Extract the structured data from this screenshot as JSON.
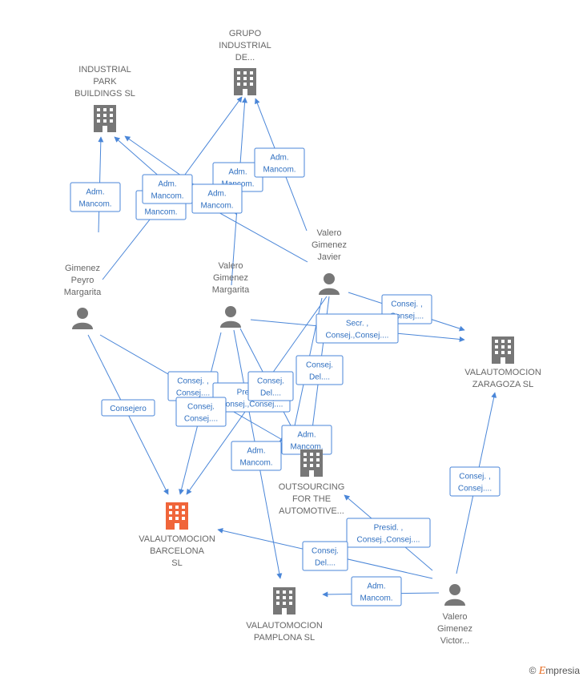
{
  "colors": {
    "edge": "#4a86d8",
    "company": "#777777",
    "focus_company": "#f0653a",
    "person": "#777777",
    "label": "#666666"
  },
  "nodes": [
    {
      "id": "grupo",
      "type": "company",
      "icon": "building-icon",
      "label": [
        "GRUPO",
        "INDUSTRIAL",
        "DE..."
      ]
    },
    {
      "id": "industrial",
      "type": "company",
      "icon": "building-icon",
      "label": [
        "INDUSTRIAL",
        "PARK",
        "BUILDINGS SL"
      ]
    },
    {
      "id": "gimenez_peyro",
      "type": "person",
      "icon": "person-icon",
      "label": [
        "Gimenez",
        "Peyro",
        "Margarita"
      ]
    },
    {
      "id": "valero_margarita",
      "type": "person",
      "icon": "person-icon",
      "label": [
        "Valero",
        "Gimenez",
        "Margarita"
      ]
    },
    {
      "id": "valero_javier",
      "type": "person",
      "icon": "person-icon",
      "label": [
        "Valero",
        "Gimenez",
        "Javier"
      ]
    },
    {
      "id": "zaragoza",
      "type": "company",
      "icon": "building-icon",
      "label": [
        "VALAUTOMOCION",
        "ZARAGOZA SL"
      ]
    },
    {
      "id": "outsourcing",
      "type": "company",
      "icon": "building-icon",
      "label": [
        "OUTSOURCING",
        "FOR THE",
        "AUTOMOTIVE..."
      ]
    },
    {
      "id": "barcelona",
      "type": "focus",
      "icon": "building-icon",
      "label": [
        "VALAUTOMOCION",
        "BARCELONA",
        "SL"
      ]
    },
    {
      "id": "pamplona",
      "type": "company",
      "icon": "building-icon",
      "label": [
        "VALAUTOMOCION",
        "PAMPLONA SL"
      ]
    },
    {
      "id": "valero_victor",
      "type": "person",
      "icon": "person-icon",
      "label": [
        "Valero",
        "Gimenez",
        "Victor..."
      ]
    }
  ],
  "edge_labels": [
    [
      "Adm.",
      "Mancom."
    ],
    [
      "Adm.",
      "Mancom."
    ],
    [
      "Adm.",
      "Mancom."
    ],
    [
      "Adm.",
      "Mancom."
    ],
    [
      "Adm.",
      "Mancom."
    ],
    [
      "Adm.",
      "Mancom."
    ],
    [
      "Consej. ,",
      "Consej...."
    ],
    [
      "Secr. ,",
      "Consej.,Consej...."
    ],
    [
      "Consej.",
      "Del...."
    ],
    [
      "Consej. ,",
      "Consej...."
    ],
    [
      "Presid. ,",
      "Consej.,Consej...."
    ],
    [
      "Consej.",
      "Consej...."
    ],
    [
      "Consej.",
      "Del...."
    ],
    [
      "Adm.",
      "Mancom."
    ],
    [
      "Adm.",
      "Mancom."
    ],
    [
      "Consejero"
    ],
    [
      "Consej. ,",
      "Consej...."
    ],
    [
      "Presid. ,",
      "Consej.,Consej...."
    ],
    [
      "Consej.",
      "Del...."
    ],
    [
      "Adm.",
      "Mancom."
    ]
  ],
  "brand": {
    "copyright": "©",
    "initial": "E",
    "name": "mpresia"
  }
}
